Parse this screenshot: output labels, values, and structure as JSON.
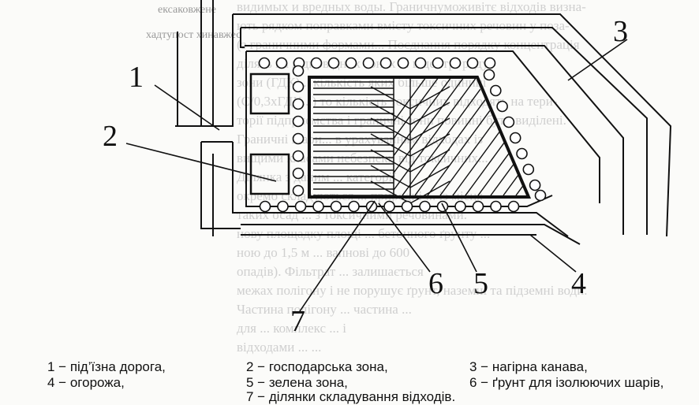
{
  "scan_text_lines": [
    "видимых и вредных воды. Граничнуможивітє відходів визна-",
    "ють рядком поправками вмісту токсичних речовин у поза-",
    "(з граничними формами... Поєднання порядку концентрація",
    "ділять на відповідних зонах ... в центрі ряду",
    "зони (ГДК)... кількість яких більше одиниці",
    "(С/0,3хГДК...) то кількість токсичних відходять на тери-",
    "торії підприємства і граничні зони повинні бути виділені.",
    "Граничні шари... в урахуванням відходах із",
    "вищими класами небезпеки від токсичних...",
    "Ділянка з даним ... категорії",
    "окремо складуються ... природні ... із місця",
    "таких осад ... з токсичними речовинами.",
    "нову площадку площі ... бетонного ґрунту ...",
    "ною до 1,5 м ... вапнові до 600",
    "опадів). Фільтрат ... залишається",
    "межах полігону і не порушує ґрунт, наземні та підземні води.",
    "Частина полігону ... частина ... ",
    "для ... комплекс ... і",
    "відходами ... ..."
  ],
  "diagram": {
    "callouts": [
      "1",
      "2",
      "3",
      "4",
      "5",
      "6",
      "7"
    ],
    "header_labels": [
      "ексаковжене",
      "хадтупост хинавжес"
    ]
  },
  "legend": [
    {
      "num": "1",
      "text": "1 − під’їзна дорога,"
    },
    {
      "num": "2",
      "text": "2 − господарська зона,"
    },
    {
      "num": "3",
      "text": "3 − нагірна канава,"
    },
    {
      "num": "4",
      "text": "4 − огорожа,"
    },
    {
      "num": "5",
      "text": "5 − зелена зона,"
    },
    {
      "num": "6",
      "text": "6 − ґрунт для ізолюючих шарів,"
    },
    {
      "num": "7",
      "text": "7 − ділянки складування відходів."
    }
  ]
}
